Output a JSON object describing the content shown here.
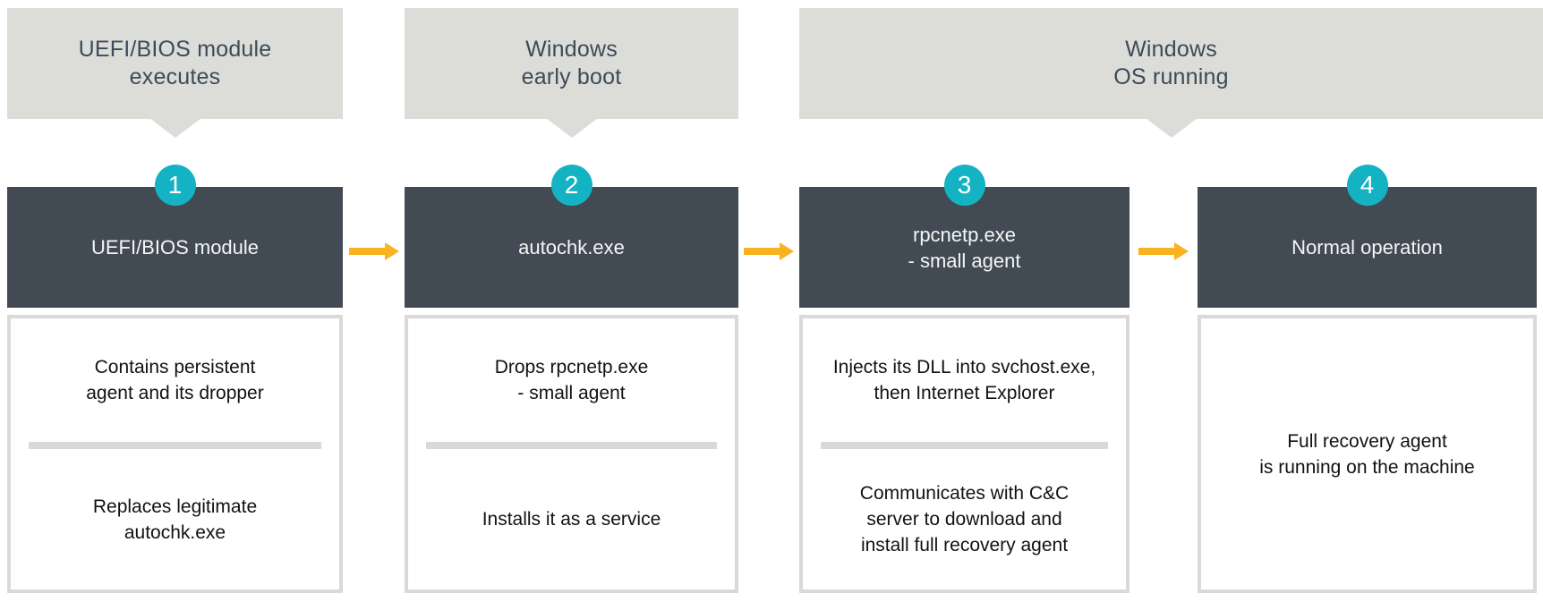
{
  "colors": {
    "banner-bg": "#dcddd9",
    "banner-text": "#3d4a57",
    "header-bg": "#424b53",
    "header-text": "#f3f6f6",
    "badge-bg": "#14b3c3",
    "badge-text": "#ffffff",
    "arrow": "#f9b320",
    "card-border": "#d9d9d9",
    "card-text": "#121212",
    "canvas-bg": "#ffffff"
  },
  "banners": [
    {
      "label": "UEFI/BIOS module\nexecutes"
    },
    {
      "label": "Windows\nearly boot"
    },
    {
      "label": "Windows\nOS running"
    }
  ],
  "steps": [
    {
      "number": "1",
      "title": "UEFI/BIOS module",
      "detail_top": "Contains persistent\nagent and its dropper",
      "detail_bottom": "Replaces legitimate\nautochk.exe"
    },
    {
      "number": "2",
      "title": "autochk.exe",
      "detail_top": "Drops rpcnetp.exe\n- small agent",
      "detail_bottom": "Installs it as a service"
    },
    {
      "number": "3",
      "title": "rpcnetp.exe\n- small agent",
      "detail_top": "Injects its DLL into svchost.exe,\nthen Internet Explorer",
      "detail_bottom": "Communicates with C&C\nserver to download and\ninstall full recovery agent"
    },
    {
      "number": "4",
      "title": "Normal operation",
      "detail": "Full recovery agent\nis running on the machine"
    }
  ]
}
